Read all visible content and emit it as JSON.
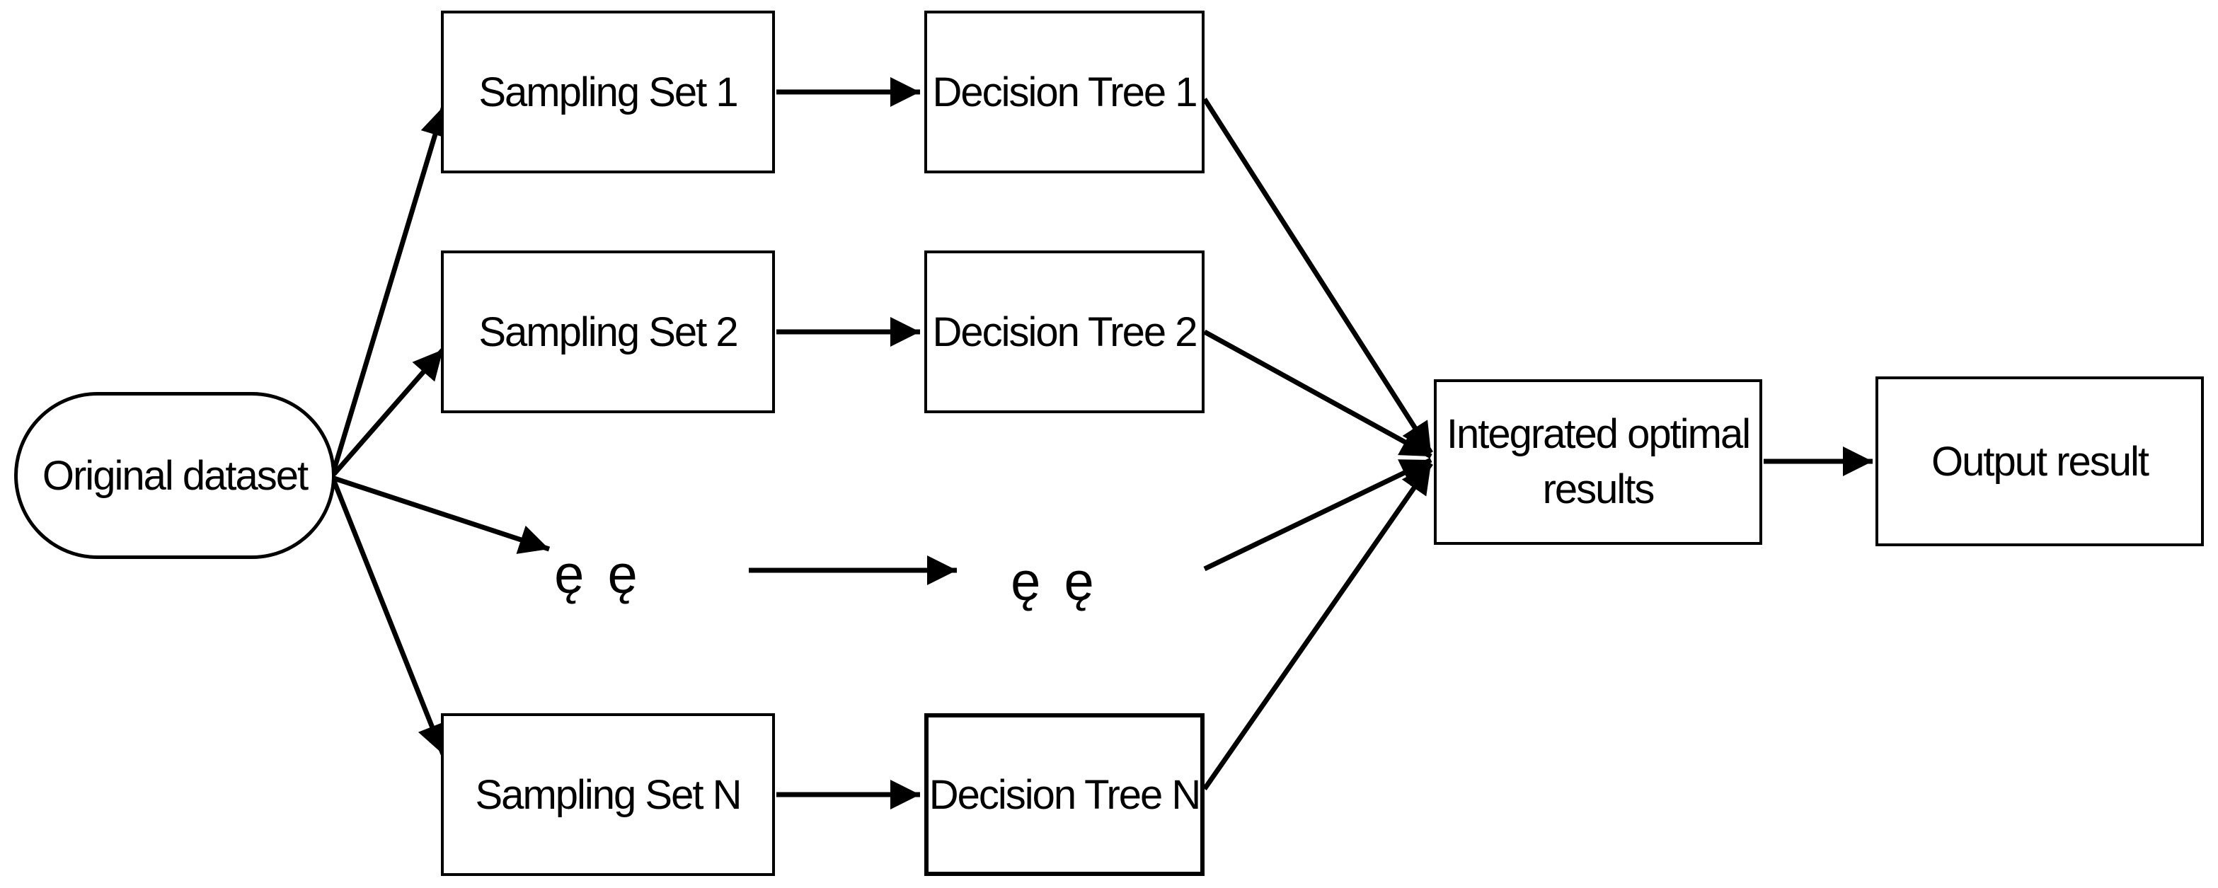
{
  "diagram": {
    "background_color": "#ffffff",
    "line_color": "#000000",
    "node_fill": "#ffffff",
    "nodes": {
      "original": {
        "label": "Original dataset",
        "shape": "stadium"
      },
      "sampling1": {
        "label": "Sampling Set 1",
        "shape": "rect"
      },
      "sampling2": {
        "label": "Sampling Set 2",
        "shape": "rect"
      },
      "samplingN": {
        "label": "Sampling Set N",
        "shape": "rect"
      },
      "tree1": {
        "label": "Decision Tree 1",
        "shape": "rect"
      },
      "tree2": {
        "label": "Decision Tree 2",
        "shape": "rect"
      },
      "treeN": {
        "label": "Decision Tree N",
        "shape": "rect"
      },
      "integrated": {
        "label": "Integrated optimal results",
        "shape": "rect"
      },
      "output": {
        "label": "Output result",
        "shape": "rect"
      },
      "ellipsis_sampling": {
        "label": "ę ę",
        "shape": "text"
      },
      "ellipsis_tree": {
        "label": "ę ę",
        "shape": "text"
      }
    },
    "edges": [
      {
        "from": "original",
        "to": "sampling1"
      },
      {
        "from": "original",
        "to": "sampling2"
      },
      {
        "from": "original",
        "to": "ellipsis_sampling"
      },
      {
        "from": "original",
        "to": "samplingN"
      },
      {
        "from": "sampling1",
        "to": "tree1"
      },
      {
        "from": "sampling2",
        "to": "tree2"
      },
      {
        "from": "ellipsis_sampling",
        "to": "ellipsis_tree"
      },
      {
        "from": "samplingN",
        "to": "treeN"
      },
      {
        "from": "tree1",
        "to": "integrated"
      },
      {
        "from": "tree2",
        "to": "integrated"
      },
      {
        "from": "ellipsis_tree",
        "to": "integrated"
      },
      {
        "from": "treeN",
        "to": "integrated"
      },
      {
        "from": "integrated",
        "to": "output"
      }
    ]
  }
}
